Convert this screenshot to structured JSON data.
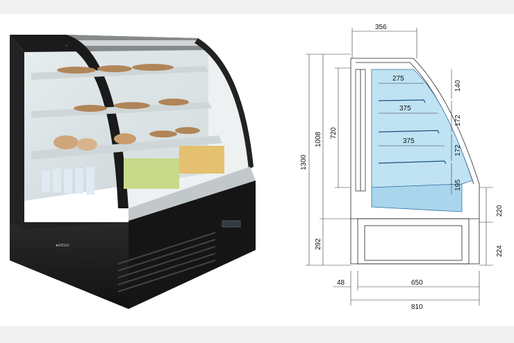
{
  "dims": {
    "top_width": "356",
    "shelf_1_depth": "275",
    "shelf_2_depth": "375",
    "shelf_3_depth": "375",
    "total_height": "1300",
    "display_height": "1008",
    "inner_height": "720",
    "base_height": "292",
    "top_gap": "140",
    "shelf_gap_1": "172",
    "shelf_gap_2": "172",
    "bottom_gap": "195",
    "deck_height": "220",
    "plinth_height": "224",
    "offset": "48",
    "base_width": "650",
    "total_depth": "810"
  },
  "colors": {
    "cold_well": "#bfe3f2",
    "cabinet_body": "#1a1a1a"
  }
}
